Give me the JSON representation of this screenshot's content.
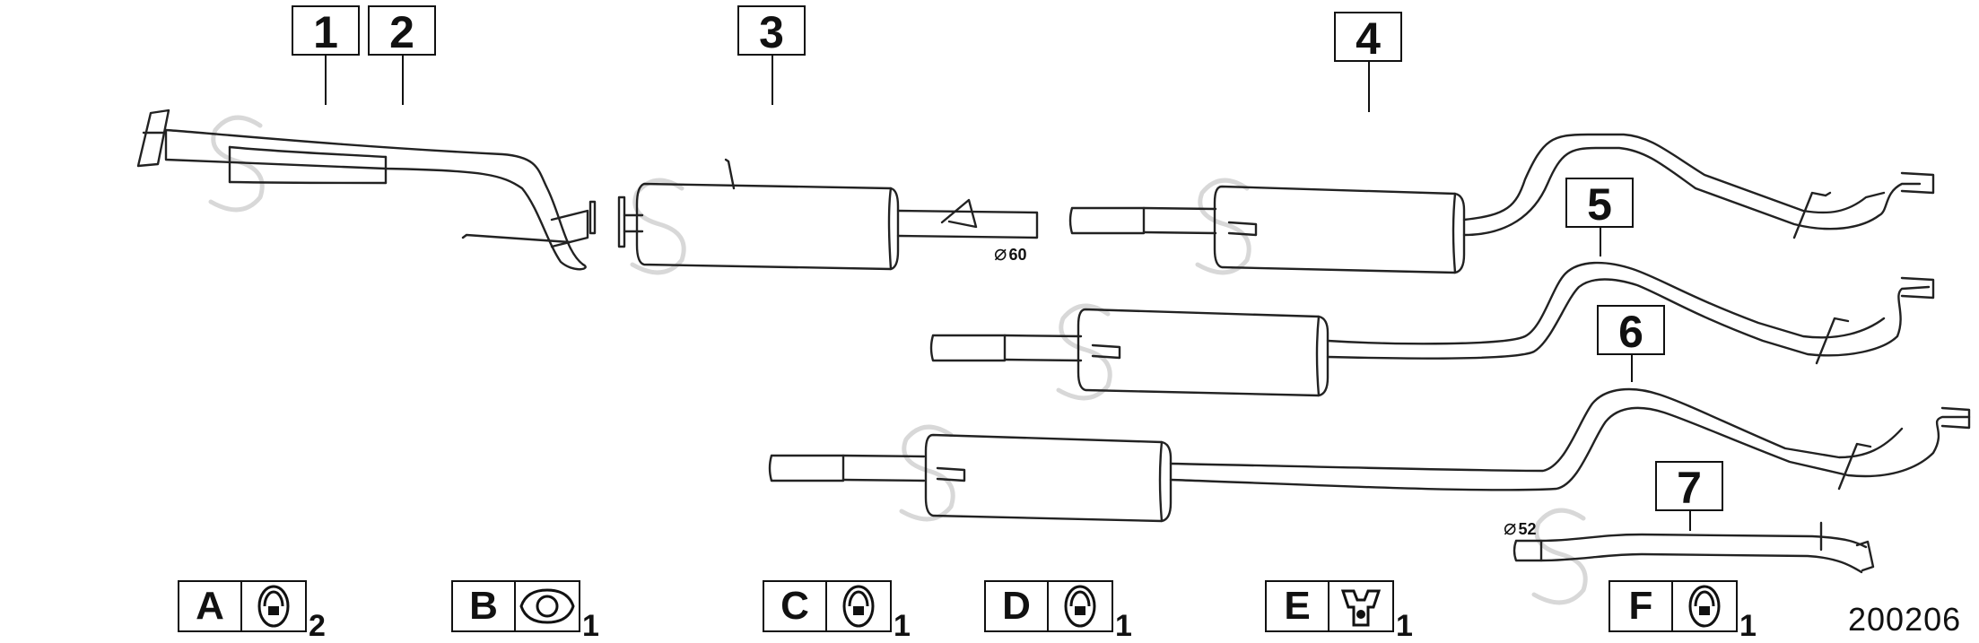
{
  "diagram": {
    "callouts": [
      "1",
      "2",
      "3",
      "4",
      "5",
      "6",
      "7"
    ],
    "diameter_labels": [
      "60",
      "52"
    ],
    "parts": [
      {
        "letter": "A",
        "qty": "2",
        "icon": "rubber-mount-icon"
      },
      {
        "letter": "B",
        "qty": "1",
        "icon": "gasket-icon"
      },
      {
        "letter": "C",
        "qty": "1",
        "icon": "rubber-mount-icon"
      },
      {
        "letter": "D",
        "qty": "1",
        "icon": "rubber-mount-icon"
      },
      {
        "letter": "E",
        "qty": "1",
        "icon": "hanger-bracket-icon"
      },
      {
        "letter": "F",
        "qty": "1",
        "icon": "rubber-mount-icon"
      }
    ],
    "drawing_number": "200206"
  }
}
